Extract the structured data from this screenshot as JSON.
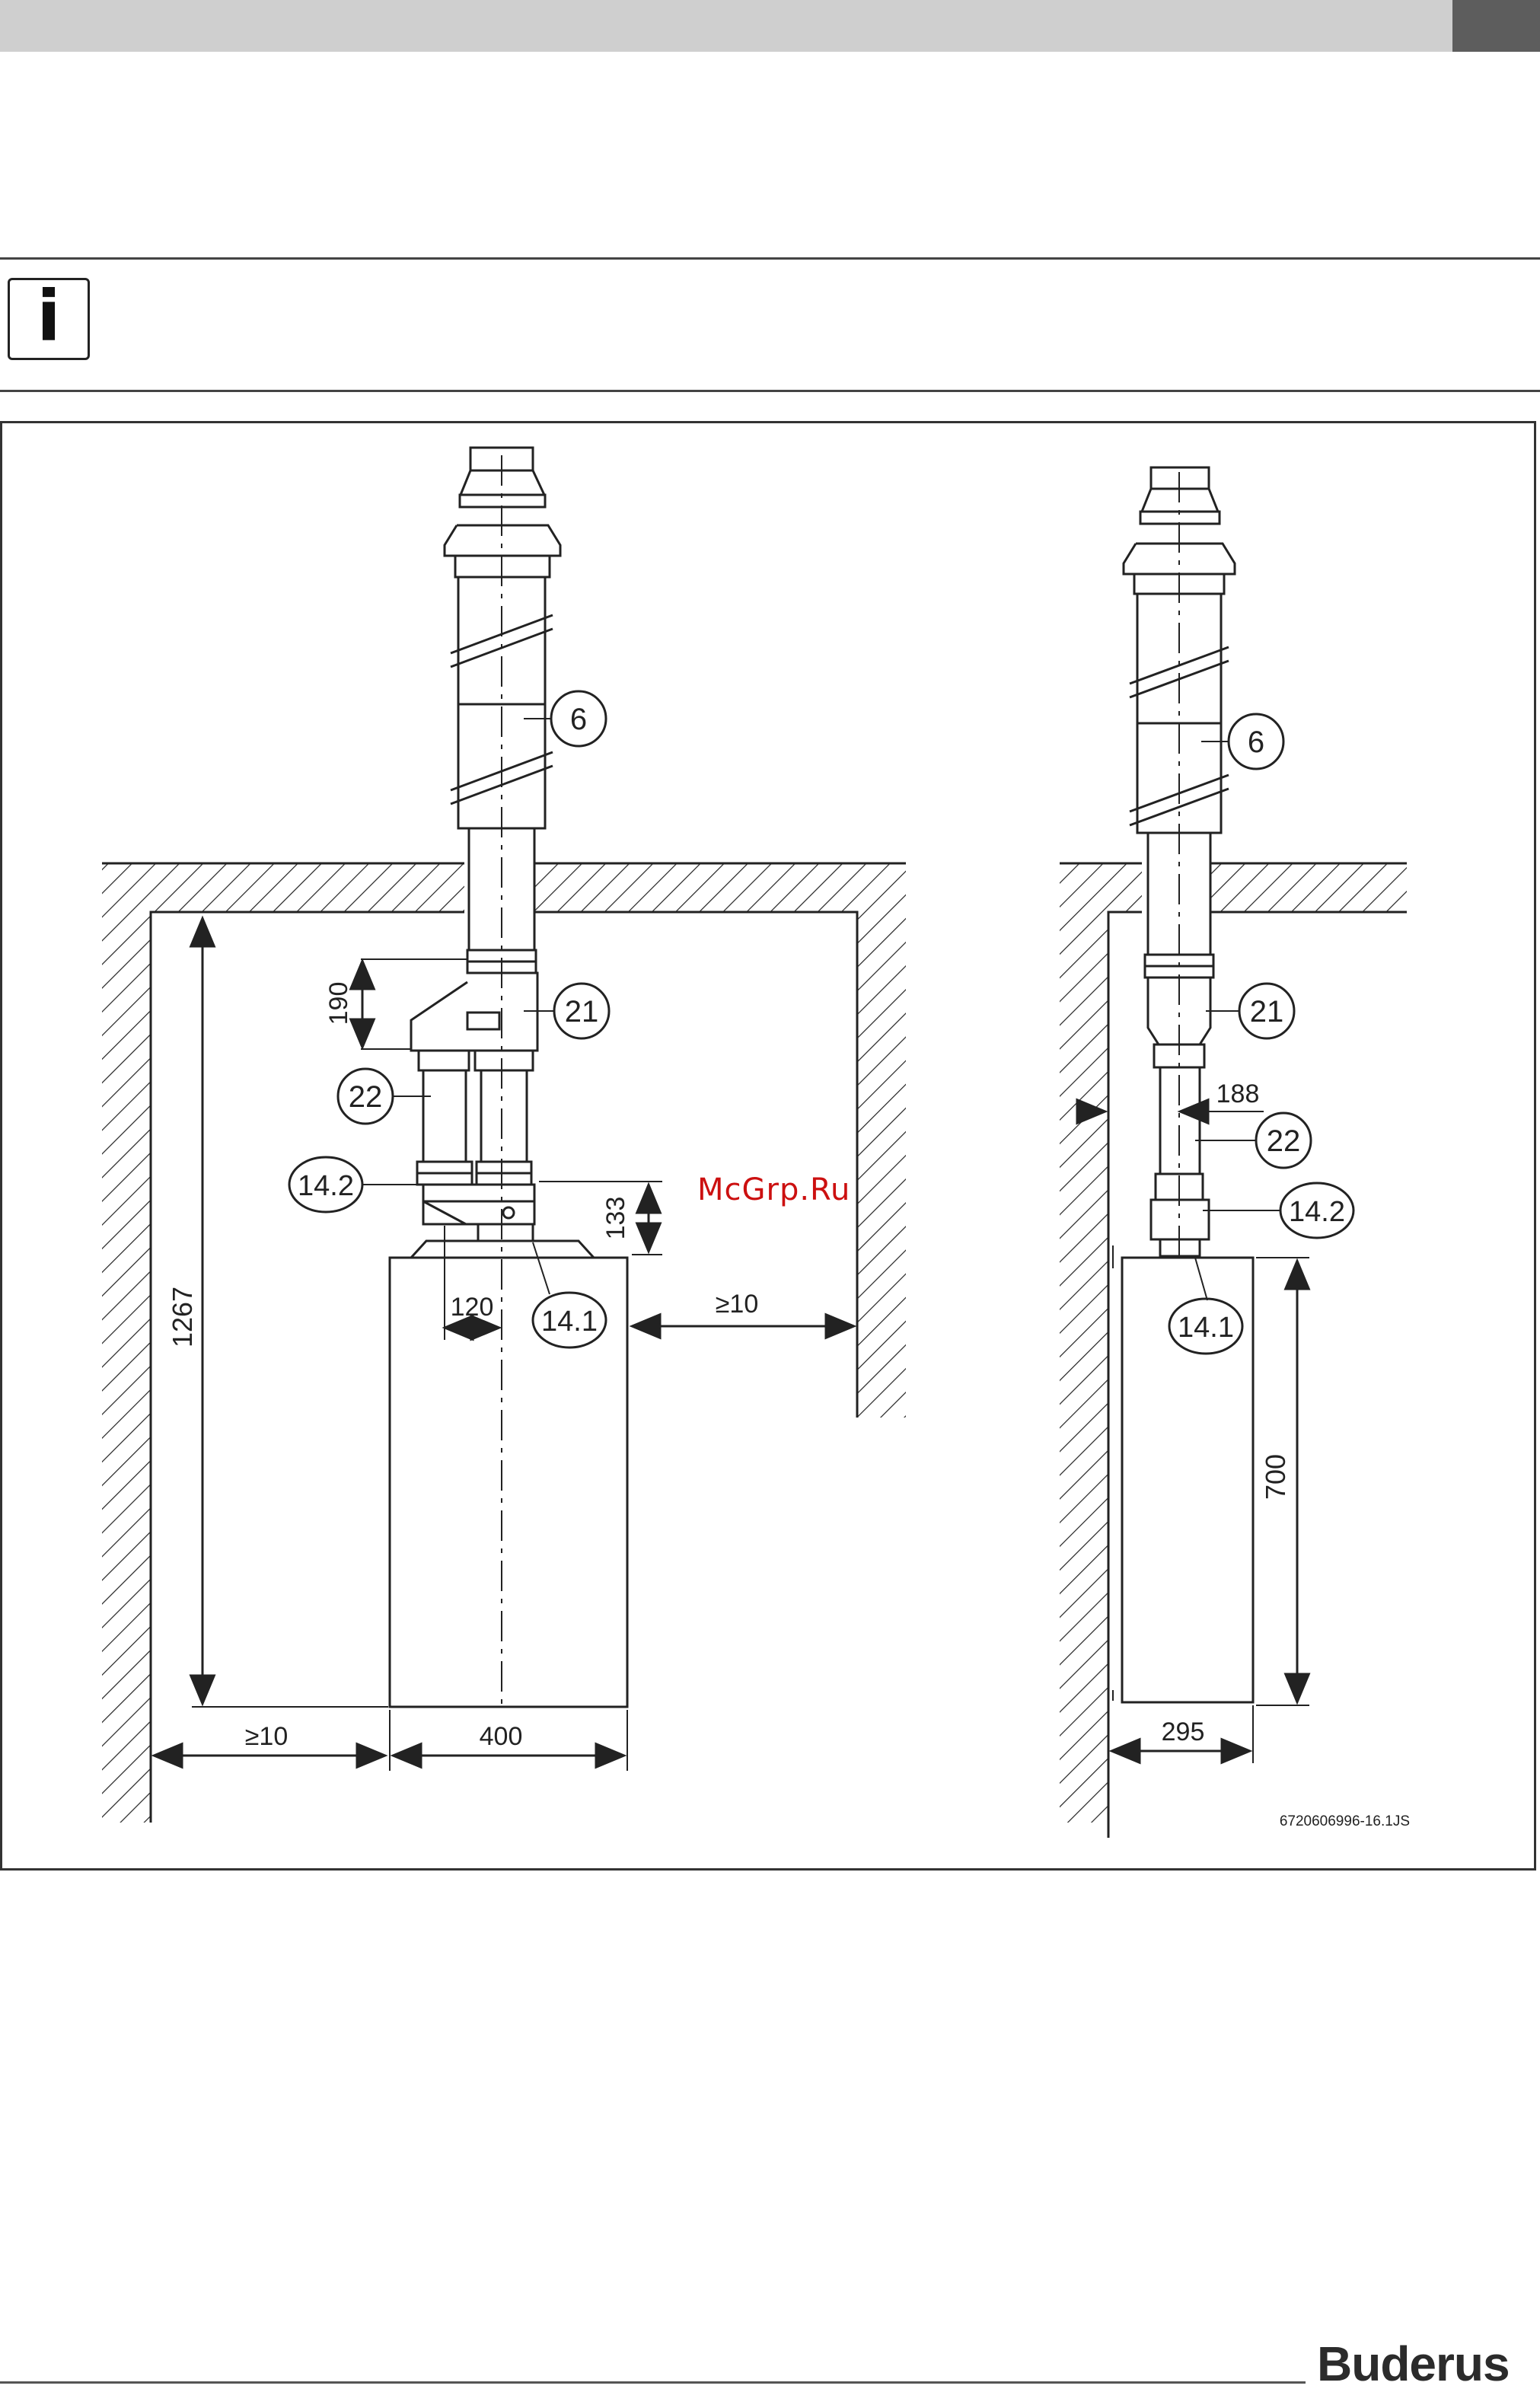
{
  "header": {
    "bar_color": "#cfcfcf",
    "tab_color": "#5d5d5d"
  },
  "info_icon": {
    "icon": "info-icon",
    "glyph": "i"
  },
  "watermark": "McGrp.Ru",
  "figure": {
    "left_view": {
      "callouts": [
        "6",
        "21",
        "22",
        "14.2",
        "14.1"
      ],
      "dims": {
        "height_total": "1267",
        "d190": "190",
        "d133": "133",
        "d120": "120",
        "gap_right": "≥10",
        "gap_left": "≥10",
        "width": "400"
      }
    },
    "right_view": {
      "callouts": [
        "6",
        "21",
        "22",
        "14.2",
        "14.1"
      ],
      "dims": {
        "d188": "188",
        "height": "700",
        "depth": "295"
      }
    },
    "code": "6720606996-16.1JS"
  },
  "footer": {
    "brand": "Buderus"
  }
}
